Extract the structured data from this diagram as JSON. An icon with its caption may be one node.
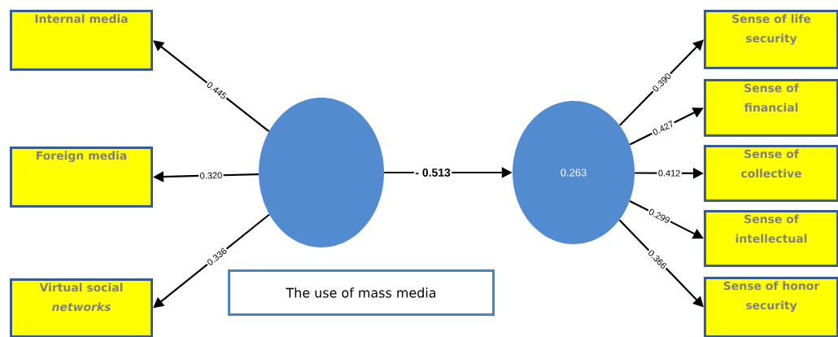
{
  "diagram": {
    "nodes": [
      {
        "text": [
          "Internal media"
        ]
      },
      {
        "text": [
          "Sense of life security"
        ]
      },
      {
        "text": [
          "Sense of financial"
        ]
      },
      {
        "text": [],
        "shape": "circle"
      },
      {
        "text": [
          "0.263"
        ]
      },
      {
        "text": [
          "Foreign media"
        ]
      },
      {
        "text": [
          "Sense of collective"
        ]
      },
      {
        "text": [
          "Sense of intellectual"
        ]
      },
      {
        "text": [
          "Virtual social *networks*"
        ]
      },
      {
        "text": [
          "The use of mass media"
        ]
      },
      {
        "text": [
          "Sense of honor security"
        ]
      }
    ],
    "edges": [
      {
        "from": 3,
        "to": 0,
        "arrow": "to",
        "label": "0.445"
      },
      {
        "from": 3,
        "to": 5,
        "arrow": "to",
        "label": "0.320"
      },
      {
        "from": 3,
        "to": 8,
        "arrow": "to",
        "label": "0.336"
      },
      {
        "from": 3,
        "to": 4,
        "arrow": "to",
        "label": "- 0.513"
      },
      {
        "from": 4,
        "to": 1,
        "arrow": "to",
        "label": "0.390"
      },
      {
        "from": 4,
        "to": 2,
        "arrow": "to",
        "label": "0.427"
      },
      {
        "from": 4,
        "to": 6,
        "arrow": "to",
        "label": "0.412"
      },
      {
        "from": 4,
        "to": 7,
        "arrow": "to",
        "label": "0.299"
      },
      {
        "from": 4,
        "to": 10,
        "arrow": "to",
        "label": "0.366"
      }
    ]
  }
}
